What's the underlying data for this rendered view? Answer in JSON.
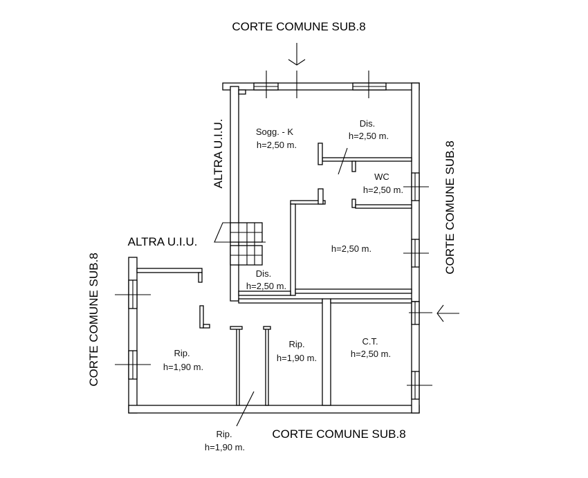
{
  "surroundings": {
    "top": "CORTE COMUNE SUB.8",
    "right": "CORTE COMUNE SUB.8",
    "left": "CORTE COMUNE SUB.8",
    "bottom": "CORTE COMUNE SUB.8",
    "neighbor_vertical": "ALTRA U.I.U.",
    "neighbor_horizontal": "ALTRA U.I.U."
  },
  "rooms": {
    "soggiorno": {
      "name": "Sogg. - K",
      "height": "h=2,50 m."
    },
    "dis_top": {
      "name": "Dis.",
      "height": "h=2,50 m."
    },
    "wc": {
      "name": "WC",
      "height": "h=2,50 m."
    },
    "room_right": {
      "height": "h=2,50 m."
    },
    "dis_stair": {
      "name": "Dis.",
      "height": "h=2,50 m."
    },
    "rip_left": {
      "name": "Rip.",
      "height": "h=1,90 m."
    },
    "rip_mid": {
      "name": "Rip.",
      "height": "h=1,90 m."
    },
    "rip_corridor": {
      "name": "Rip.",
      "height": "h=1,90 m."
    },
    "ct": {
      "name": "C.T.",
      "height": "h=2,50 m."
    }
  }
}
